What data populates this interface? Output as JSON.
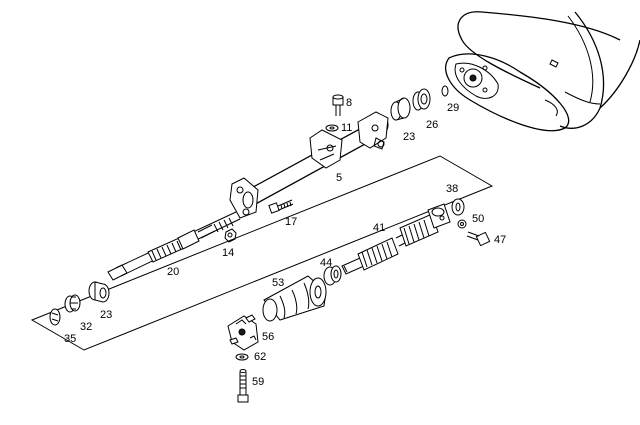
{
  "diagram": {
    "labels": {
      "p8": "8",
      "p11": "11",
      "p23a": "23",
      "p26": "26",
      "p29": "29",
      "p5": "5",
      "p17": "17",
      "p14": "14",
      "p20": "20",
      "p38": "38",
      "p50": "50",
      "p47": "47",
      "p41": "41",
      "p44": "44",
      "p53": "53",
      "p56": "56",
      "p62": "62",
      "p59": "59",
      "p23b": "23",
      "p32": "32",
      "p35": "35"
    }
  }
}
